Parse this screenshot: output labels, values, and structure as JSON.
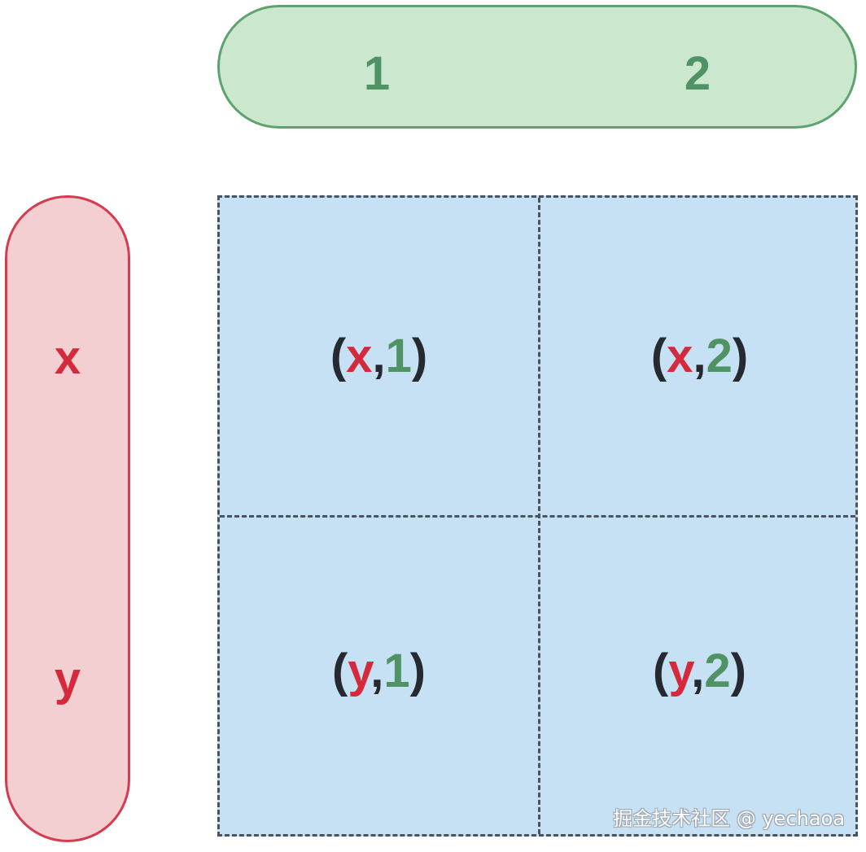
{
  "columns": {
    "labels": [
      "1",
      "2"
    ],
    "color": "#4f9264",
    "pill_fill": "#cbe7ce",
    "pill_stroke": "#5ea36f"
  },
  "rows": {
    "labels": [
      "x",
      "y"
    ],
    "color": "#d52a3c",
    "pill_fill": "#f4cfd2",
    "pill_stroke": "#d63b4f"
  },
  "grid": {
    "fill": "#c6e0f4",
    "border": "#4a5360",
    "cells": [
      [
        {
          "open": "(",
          "row": "x",
          "sep": ",",
          "col": "1",
          "close": ")"
        },
        {
          "open": "(",
          "row": "x",
          "sep": ",",
          "col": "2",
          "close": ")"
        }
      ],
      [
        {
          "open": "(",
          "row": "y",
          "sep": ",",
          "col": "1",
          "close": ")"
        },
        {
          "open": "(",
          "row": "y",
          "sep": ",",
          "col": "2",
          "close": ")"
        }
      ]
    ]
  },
  "watermark": "掘金技术社区 @ yechaoa"
}
